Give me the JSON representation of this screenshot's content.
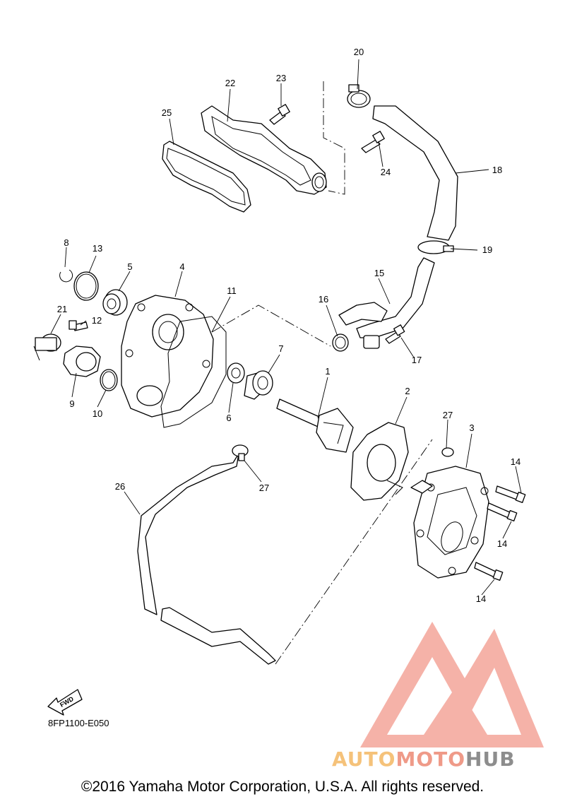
{
  "diagram": {
    "code": "8FP1100-E050",
    "copyright": "©2016 Yamaha Motor Corporation, U.S.A. All rights reserved.",
    "fwd_label": "FWD",
    "callouts": [
      "1",
      "2",
      "3",
      "4",
      "5",
      "6",
      "7",
      "8",
      "9",
      "10",
      "11",
      "12",
      "13",
      "14",
      "14",
      "14",
      "15",
      "16",
      "17",
      "18",
      "19",
      "20",
      "21",
      "22",
      "23",
      "24",
      "25",
      "26",
      "27",
      "27"
    ]
  },
  "watermark": {
    "part1": "AUTO",
    "part2": "MOTO",
    "part3": "HUB",
    "colors": {
      "auto": "#f5c27a",
      "moto": "#ef9a88",
      "hub": "#8d8d8d",
      "mark": "#f4a59a"
    }
  }
}
